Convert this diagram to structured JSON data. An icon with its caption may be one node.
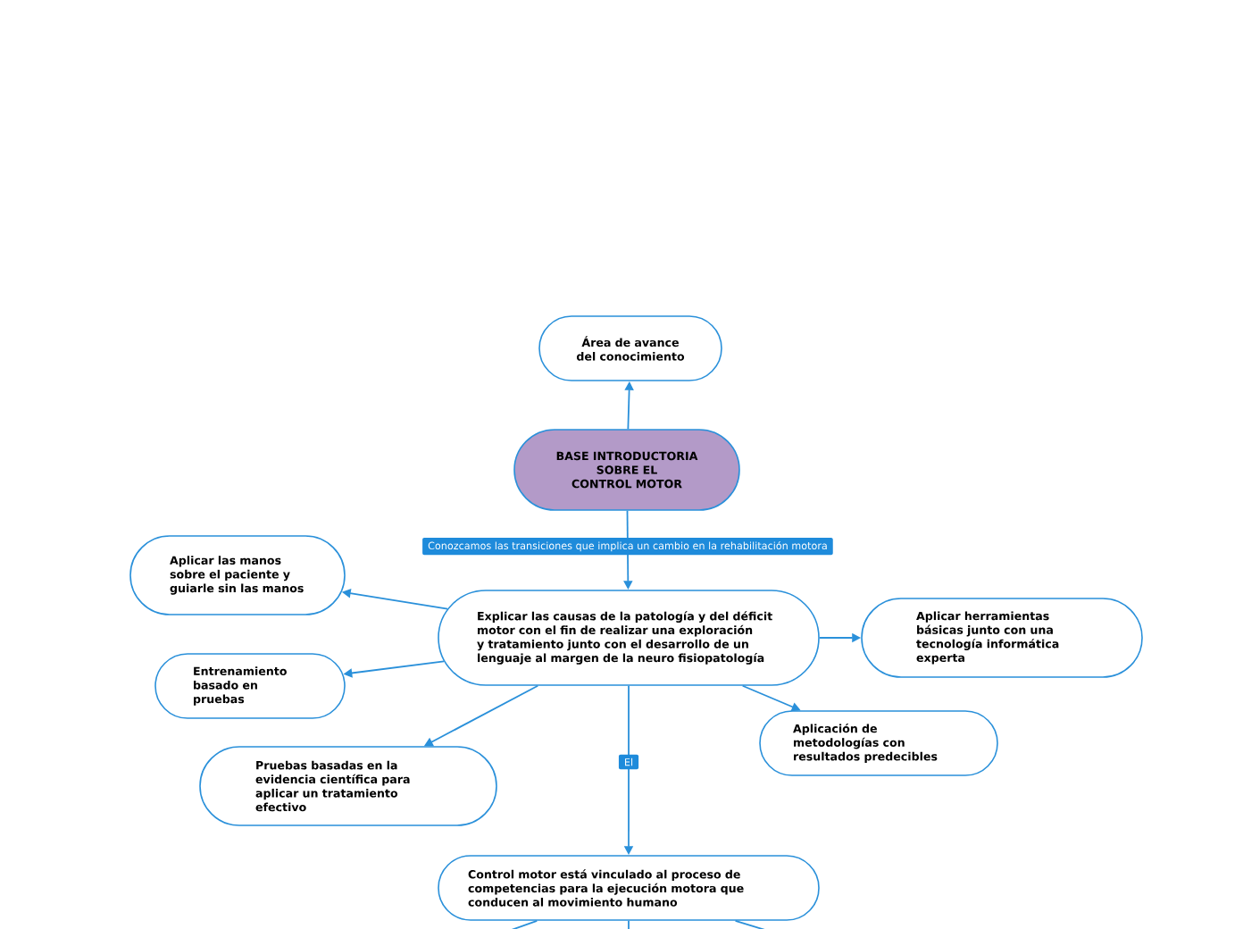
{
  "diagram": {
    "nodes": [
      {
        "text": [
          "Área de avance del conocimiento"
        ]
      },
      {
        "text": [
          "BASE INTRODUCTORIA SOBRE EL CONTROL MOTOR"
        ]
      },
      {
        "text": [
          "Explicar las causas de la patología y del déficit motor con el fin de realizar una exploración y tratamiento junto con el desarrollo de un lenguaje al margen de la neuro fisiopatología"
        ]
      },
      {
        "text": [
          "Aplicar las manos sobre el paciente y guiarle sin las manos"
        ]
      },
      {
        "text": [
          "Entrenamiento basado en pruebas"
        ]
      },
      {
        "text": [
          "Pruebas basadas en la evidencia científica para aplicar un tratamiento efectivo"
        ]
      },
      {
        "text": [
          "Aplicar herramientas básicas junto con una tecnología informática experta"
        ]
      },
      {
        "text": [
          "Aplicación de metodologías con resultados predecibles"
        ]
      },
      {
        "text": [
          "Control motor está vinculado al proceso de competencias para la ejecución motora que conducen al movimiento humano"
        ]
      }
    ],
    "edges": [
      {
        "from": 1,
        "to": 0,
        "arrow": "to"
      },
      {
        "from": 1,
        "to": 2,
        "arrow": "to",
        "label": "Conozcamos las transiciones que implica un cambio en la rehabilitación motora"
      },
      {
        "from": 2,
        "to": 3,
        "arrow": "to"
      },
      {
        "from": 2,
        "to": 4,
        "arrow": "to"
      },
      {
        "from": 2,
        "to": 5,
        "arrow": "to"
      },
      {
        "from": 2,
        "to": 6,
        "arrow": "to"
      },
      {
        "from": 2,
        "to": 7,
        "arrow": "to"
      },
      {
        "from": 2,
        "to": 8,
        "arrow": "to",
        "label": "El"
      },
      {
        "from": 8,
        "to": null,
        "arrow": "none"
      },
      {
        "from": 8,
        "to": null,
        "arrow": "none"
      },
      {
        "from": 8,
        "to": null,
        "arrow": "none"
      }
    ]
  }
}
